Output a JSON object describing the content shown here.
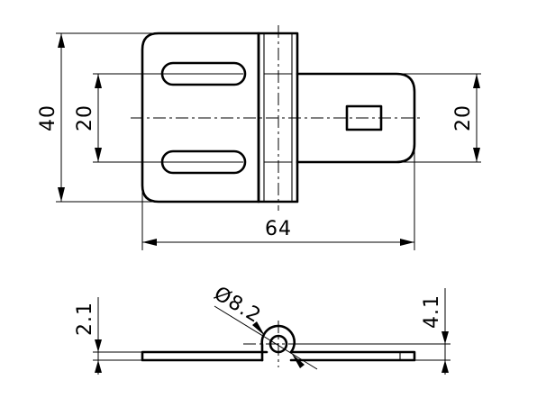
{
  "drawing": {
    "top_view": {
      "overall_height": "40",
      "slot_spacing": "20",
      "tab_height": "20",
      "overall_width": "64"
    },
    "side_view": {
      "leaf_thickness": "2.1",
      "knuckle_height": "4.1",
      "knuckle_diameter": "Ø8.2"
    }
  }
}
